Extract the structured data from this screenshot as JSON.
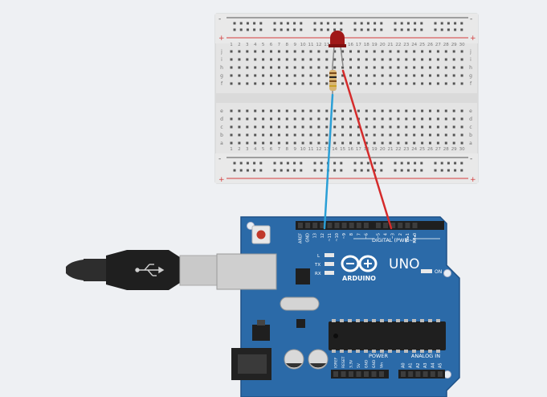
{
  "colors": {
    "background": "#eef0f3",
    "breadboard": "#e4e4e4",
    "rail_positive": "#d33c3c",
    "rail_negative": "#666666",
    "arduino_board": "#2b6aa8",
    "wire_ground": "#2a9fd6",
    "wire_signal": "#d52b2b",
    "led": "#a01818"
  },
  "breadboard": {
    "columns": 30,
    "rows_top": [
      "j",
      "i",
      "h",
      "g",
      "f"
    ],
    "rows_bottom": [
      "e",
      "d",
      "c",
      "b",
      "a"
    ],
    "rail_plus": "+",
    "rail_minus": "-"
  },
  "components": {
    "led": {
      "name": "LED",
      "color": "red"
    },
    "resistor": {
      "name": "Resistor"
    }
  },
  "arduino": {
    "logo": "ARDUINO",
    "model": "UNO",
    "digital_label": "DIGITAL (PWM~)",
    "power_label": "POWER",
    "analog_label": "ANALOG IN",
    "on_label": "ON",
    "led_labels": [
      "L",
      "TX",
      "RX"
    ],
    "digital_pins": [
      "AREF",
      "GND",
      "13",
      "12",
      "~11",
      "~10",
      "~9",
      "8",
      "7",
      "~6",
      "~5",
      "4",
      "~3",
      "2",
      "TX▸1",
      "RX◂0"
    ],
    "power_pins": [
      "IOREF",
      "RESET",
      "3.3V",
      "5V",
      "GND",
      "GND",
      "Vin"
    ],
    "analog_pins": [
      "A0",
      "A1",
      "A2",
      "A3",
      "A4",
      "A5"
    ]
  },
  "usb": {
    "name": "USB cable"
  }
}
